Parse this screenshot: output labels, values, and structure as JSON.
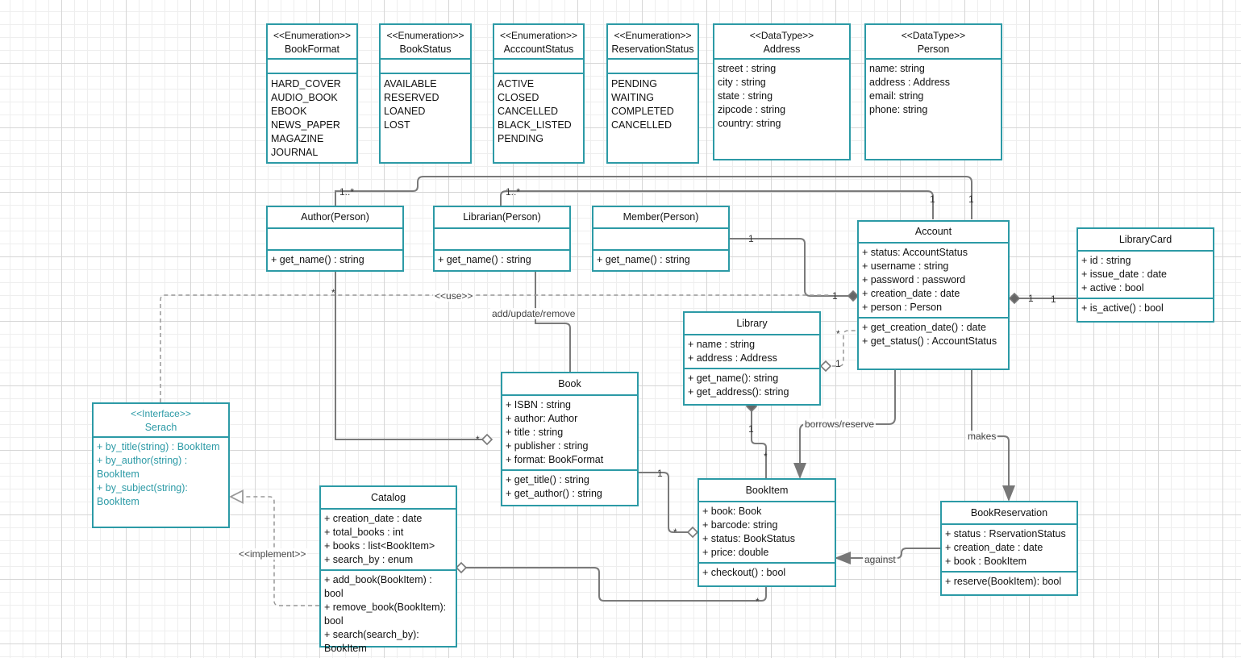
{
  "enums": {
    "book_format": {
      "stereotype": "<<Enumeration>>",
      "name": "BookFormat",
      "values": [
        "HARD_COVER",
        "AUDIO_BOOK",
        "EBOOK",
        "NEWS_PAPER",
        "MAGAZINE",
        "JOURNAL"
      ]
    },
    "book_status": {
      "stereotype": "<<Enumeration>>",
      "name": "BookStatus",
      "values": [
        "AVAILABLE",
        "RESERVED",
        "LOANED",
        "LOST"
      ]
    },
    "account_status": {
      "stereotype": "<<Enumeration>>",
      "name": "AcccountStatus",
      "values": [
        "ACTIVE",
        "CLOSED",
        "CANCELLED",
        "BLACK_LISTED",
        "PENDING"
      ]
    },
    "reservation_status": {
      "stereotype": "<<Enumeration>>",
      "name": "ReservationStatus",
      "values": [
        "PENDING",
        "WAITING",
        "COMPLETED",
        "CANCELLED"
      ]
    }
  },
  "datatypes": {
    "address": {
      "stereotype": "<<DataType>>",
      "name": "Address",
      "fields": [
        "street : string",
        "city : string",
        "state : string",
        "zipcode : string",
        "country: string"
      ]
    },
    "person": {
      "stereotype": "<<DataType>>",
      "name": "Person",
      "fields": [
        "name: string",
        "address : Address",
        "email: string",
        "phone: string"
      ]
    }
  },
  "classes": {
    "author": {
      "name": "Author(Person)",
      "methods": [
        "+ get_name() : string"
      ]
    },
    "librarian": {
      "name": "Librarian(Person)",
      "methods": [
        "+ get_name() : string"
      ]
    },
    "member": {
      "name": "Member(Person)",
      "methods": [
        "+ get_name() : string"
      ]
    },
    "account": {
      "name": "Account",
      "attrs": [
        "+ status: AccountStatus",
        "+ username : string",
        "+ password : password",
        "+ creation_date : date",
        "+ person : Person"
      ],
      "methods": [
        "+ get_creation_date() : date",
        "+ get_status() : AccountStatus"
      ]
    },
    "library_card": {
      "name": "LibraryCard",
      "attrs": [
        "+ id : string",
        "+ issue_date : date",
        "+ active : bool"
      ],
      "methods": [
        "+ is_active() : bool"
      ]
    },
    "library": {
      "name": "Library",
      "attrs": [
        "+ name : string",
        "+ address : Address"
      ],
      "methods": [
        "+ get_name(): string",
        "+ get_address(): string"
      ]
    },
    "book": {
      "name": "Book",
      "attrs": [
        "+ ISBN : string",
        "+ author: Author",
        "+ title : string",
        "+ publisher : string",
        "+ format: BookFormat"
      ],
      "methods": [
        "+ get_title() : string",
        "+ get_author() : string"
      ]
    },
    "search": {
      "stereotype": "<<Interface>>",
      "name": "Serach",
      "methods": [
        "+ by_title(string) : BookItem",
        "+ by_author(string) : BookItem",
        "+ by_subject(string): BookItem"
      ]
    },
    "catalog": {
      "name": "Catalog",
      "attrs": [
        "+ creation_date : date",
        "+ total_books : int",
        "+ books : list<BookItem>",
        "+ search_by : enum"
      ],
      "methods": [
        "+ add_book(BookItem) : bool",
        "+ remove_book(BookItem): bool",
        "+ search(search_by): BookItem"
      ]
    },
    "book_item": {
      "name": "BookItem",
      "attrs": [
        "+ book: Book",
        "+ barcode: string",
        "+ status: BookStatus",
        "+ price: double"
      ],
      "methods": [
        "+ checkout() : bool"
      ]
    },
    "book_reservation": {
      "name": "BookReservation",
      "attrs": [
        "+ status : RservationStatus",
        "+ creation_date : date",
        "+ book : BookItem"
      ],
      "methods": [
        "+ reserve(BookItem): bool"
      ]
    }
  },
  "labels": {
    "use": "<<use>>",
    "add_update_remove": "add/update/remove",
    "borrows_reserve": "borrows/reserve",
    "makes": "makes",
    "against": "against",
    "implement": "<<implement>>"
  },
  "multiplicities": {
    "one_many": "1..*",
    "one": "1",
    "many": "*"
  },
  "colors": {
    "accent": "#2c9aa6",
    "line": "#7a7a7a"
  }
}
